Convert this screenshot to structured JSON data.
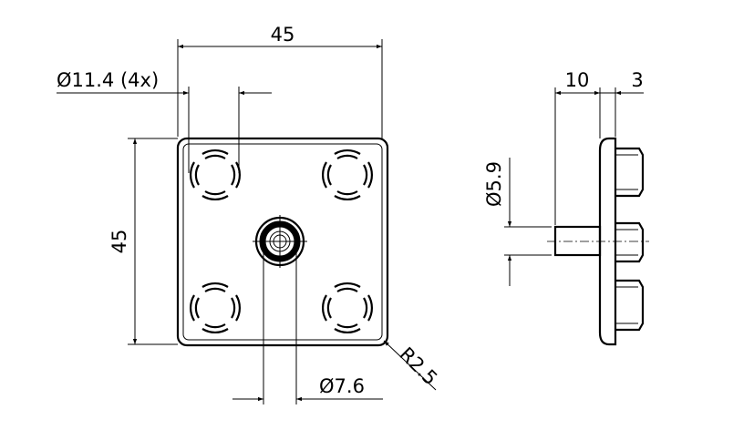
{
  "front_view": {
    "width_label": "45",
    "height_label": "45",
    "hole_label": "Ø11.4 (4x)",
    "boss_label": "Ø7.6",
    "radius_label": "R2.5"
  },
  "side_view": {
    "pin_length_label": "10",
    "plate_thickness_label": "3",
    "pin_diameter_label": "Ø5.9"
  }
}
